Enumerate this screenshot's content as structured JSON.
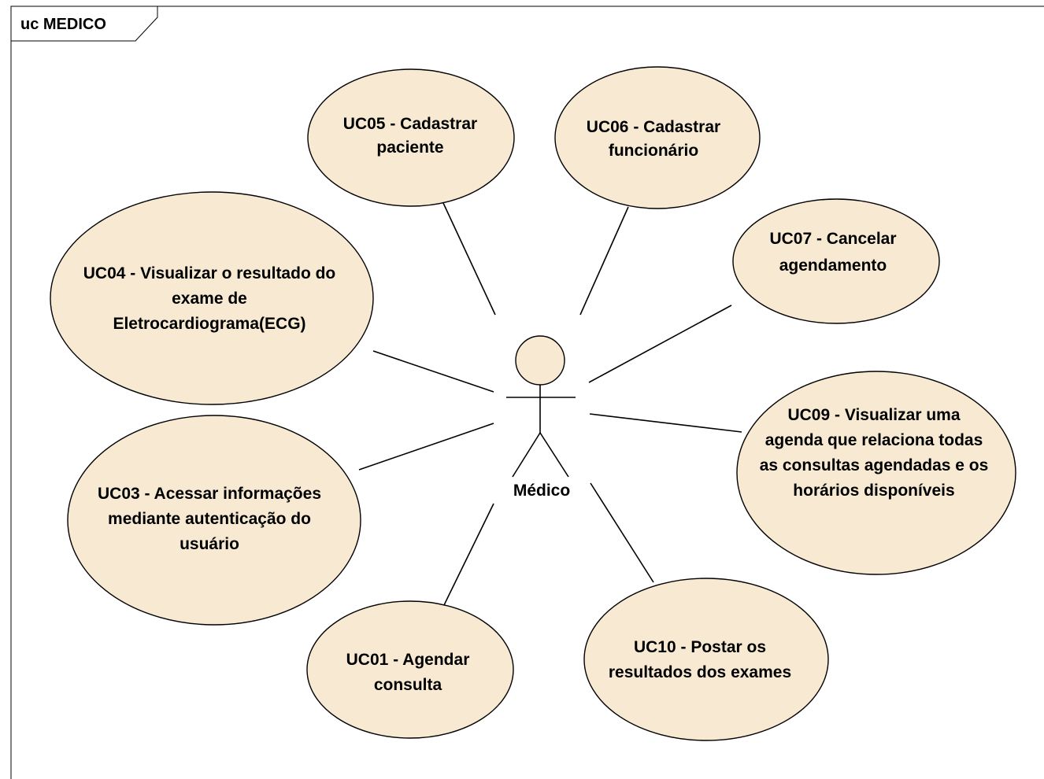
{
  "diagram": {
    "frame_label": "uc MEDICO",
    "actor": {
      "name": "Médico"
    },
    "use_cases": [
      {
        "id": "uc05",
        "lines": [
          "UC05 - Cadastrar",
          "paciente"
        ]
      },
      {
        "id": "uc06",
        "lines": [
          "UC06 - Cadastrar",
          "funcionário"
        ]
      },
      {
        "id": "uc07",
        "lines": [
          "UC07 - Cancelar",
          "agendamento"
        ]
      },
      {
        "id": "uc04",
        "lines": [
          "UC04 - Visualizar o resultado do",
          "exame de",
          "Eletrocardiograma(ECG)"
        ]
      },
      {
        "id": "uc09",
        "lines": [
          "UC09 - Visualizar uma",
          "agenda que relaciona todas",
          "as consultas agendadas e os",
          "horários disponíveis"
        ]
      },
      {
        "id": "uc03",
        "lines": [
          "UC03 - Acessar informações",
          "mediante autenticação do",
          "usuário"
        ]
      },
      {
        "id": "uc01",
        "lines": [
          "UC01 - Agendar",
          "consulta"
        ]
      },
      {
        "id": "uc10",
        "lines": [
          "UC10 - Postar os",
          "resultados dos exames"
        ]
      }
    ],
    "colors": {
      "use_case_fill": "#f8ead2",
      "stroke": "#000000",
      "background": "#ffffff"
    }
  }
}
